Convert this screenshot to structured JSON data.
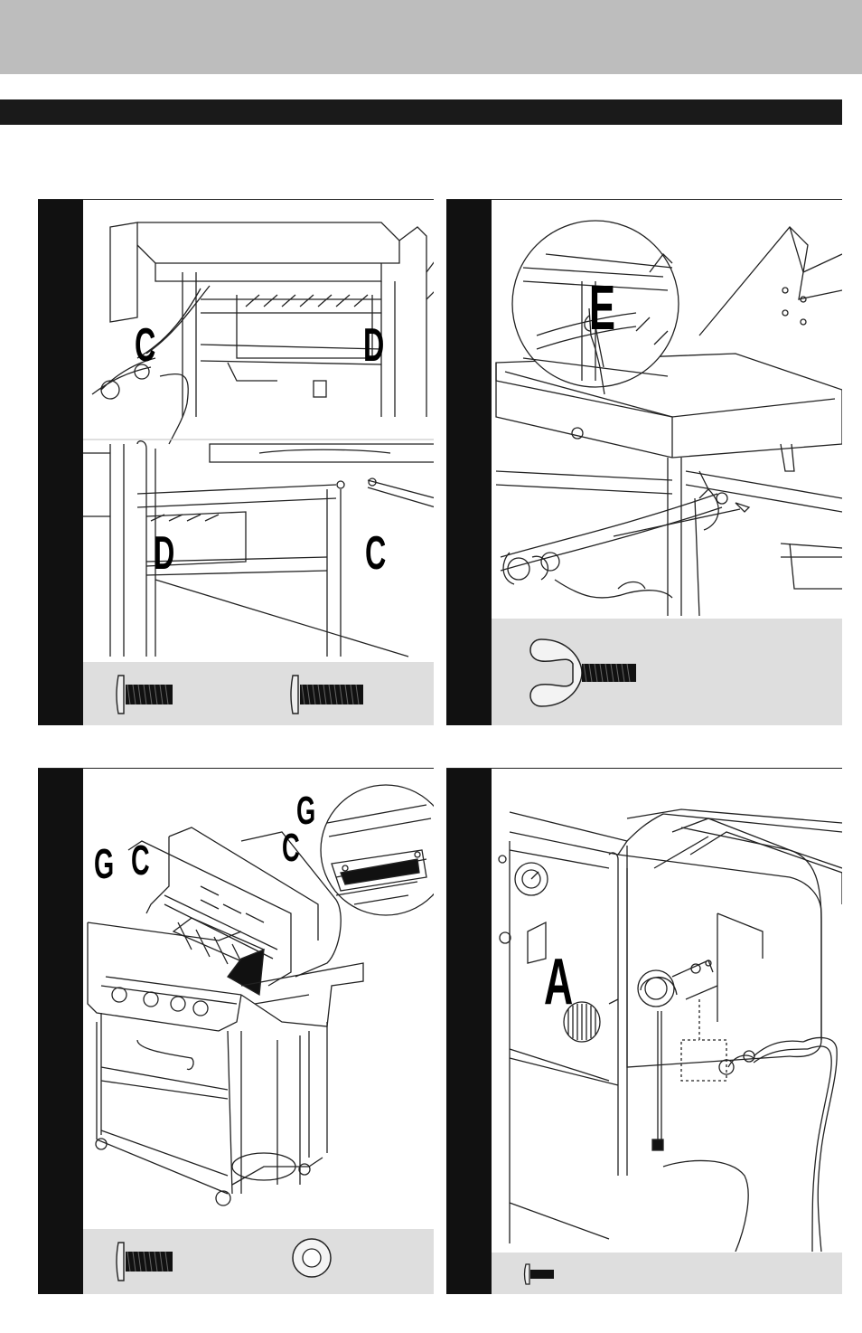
{
  "page": {
    "header": "",
    "section_title": ""
  },
  "steps": [
    {
      "id": "step-1",
      "callouts": [
        "C",
        "D",
        "D",
        "C"
      ],
      "parts": [
        "bolt",
        "bolt"
      ]
    },
    {
      "id": "step-2",
      "callouts": [
        "E"
      ],
      "parts": [
        "wing-bolt"
      ]
    },
    {
      "id": "step-3",
      "callouts": [
        "G",
        "C",
        "G",
        "C"
      ],
      "parts": [
        "bolt",
        "washer"
      ]
    },
    {
      "id": "step-4",
      "callouts": [
        "A"
      ],
      "parts": [
        "screw"
      ]
    }
  ],
  "colors": {
    "band": "#bdbdbd",
    "bar": "#1a1a1a",
    "strip": "#111111",
    "parts_bg": "#dedede"
  }
}
